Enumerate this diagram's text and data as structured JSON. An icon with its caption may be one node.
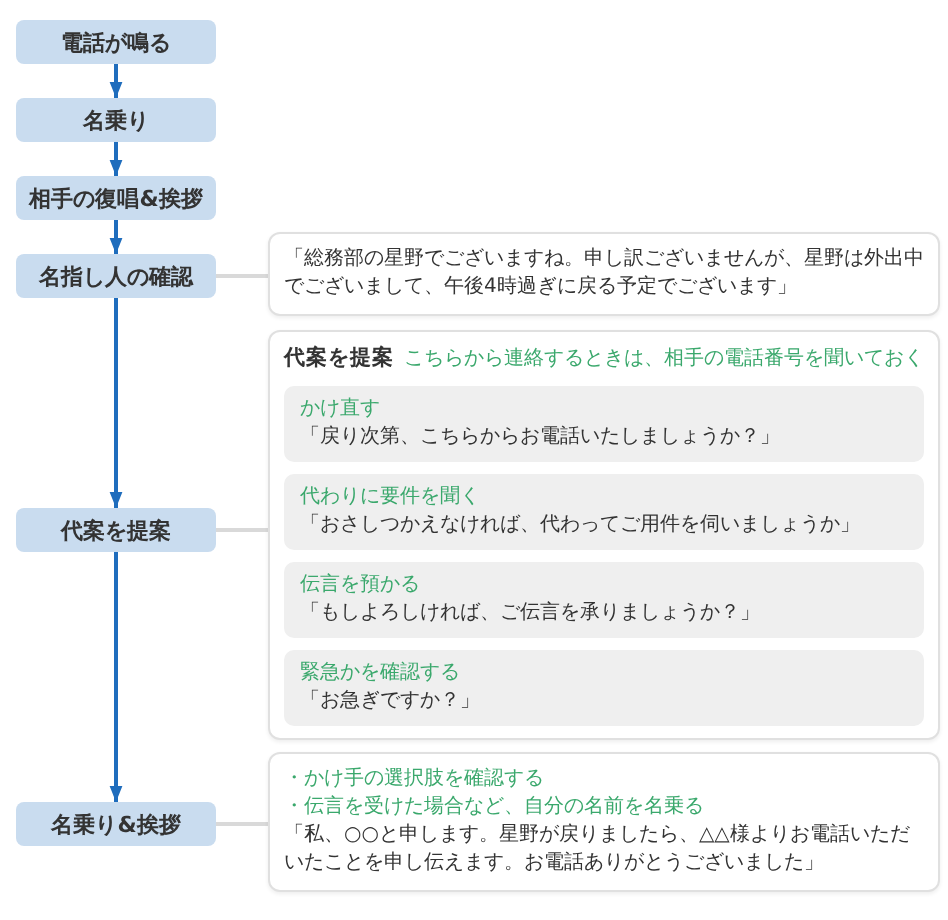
{
  "diagram": {
    "nodes": [
      {
        "text": [
          "電話が鳴る"
        ]
      },
      {
        "text": [
          "名乗り"
        ]
      },
      {
        "text": [
          "相手の復唱&挨拶"
        ]
      },
      {
        "text": [
          "名指し人の確認"
        ]
      },
      {
        "text": [
          "「総務部の星野でございますね。申し訳ございませんが、星野は外出中でございまして、午後4時過ぎに戻る予定でございます」"
        ]
      },
      {
        "text": [
          "代案を提案"
        ]
      },
      {
        "text": [
          "代案を提案",
          "こちらから連絡するときは、相手の電話番号を聞いておく"
        ]
      },
      {
        "text": [
          "かけ直す",
          "「戻り次第、こちらからお電話いたしましょうか？」"
        ],
        "in": 6
      },
      {
        "text": [
          "代わりに要件を聞く",
          "「おさしつかえなければ、代わってご用件を伺いましょうか」"
        ],
        "in": 6
      },
      {
        "text": [
          "伝言を預かる",
          "「もしよろしければ、ご伝言を承りましょうか？」"
        ],
        "in": 6
      },
      {
        "text": [
          "緊急かを確認する",
          "「お急ぎですか？」"
        ],
        "in": 6
      },
      {
        "text": [
          "名乗り&挨拶"
        ]
      },
      {
        "text": [
          "・かけ手の選択肢を確認する",
          "・伝言を受けた場合など、自分の名前を名乗る",
          "「私、○○と申します。星野が戻りましたら、△△様よりお電話いただいたことを申し伝えます。お電話ありがとうございました」"
        ]
      }
    ],
    "edges": [
      {
        "from": 0,
        "to": 1,
        "arrow": "to"
      },
      {
        "from": 1,
        "to": 2,
        "arrow": "to"
      },
      {
        "from": 2,
        "to": 3,
        "arrow": "to"
      },
      {
        "from": 3,
        "to": 5,
        "arrow": "to"
      },
      {
        "from": 5,
        "to": 11,
        "arrow": "to"
      },
      {
        "from": 3,
        "to": 4,
        "arrow": "none",
        "color": "#d9d9d9"
      },
      {
        "from": 5,
        "to": 6,
        "arrow": "none",
        "color": "#d9d9d9"
      },
      {
        "from": 11,
        "to": 12,
        "arrow": "none",
        "color": "#d9d9d9"
      }
    ]
  }
}
